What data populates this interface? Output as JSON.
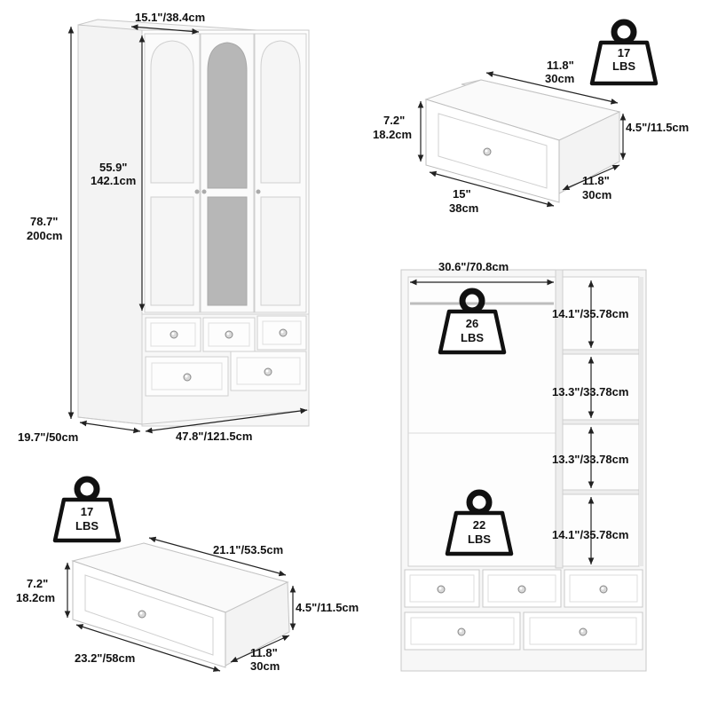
{
  "colors": {
    "furniture_fill": "#ffffff",
    "furniture_panel": "#f4f4f4",
    "furniture_shade": "#e6e6e6",
    "furniture_edge": "#bdbdbd",
    "mirror": "#b9b9b9",
    "dim_line": "#222222",
    "weight_icon": "#111111"
  },
  "wardrobe": {
    "depth_top": "15.1\"/38.4cm",
    "door_height_in": "55.9\"",
    "door_height_cm": "142.1cm",
    "total_height_in": "78.7\"",
    "total_height_cm": "200cm",
    "depth_bottom": "19.7\"/50cm",
    "width": "47.8\"/121.5cm"
  },
  "small_drawer": {
    "weight_value": "17",
    "weight_unit": "LBS",
    "depth_in": "11.8\"",
    "depth_cm": "30cm",
    "front_height_in": "7.2\"",
    "front_height_cm": "18.2cm",
    "side_height": "4.5\"/11.5cm",
    "side_depth_in": "11.8\"",
    "side_depth_cm": "30cm",
    "width_in": "15\"",
    "width_cm": "38cm"
  },
  "large_drawer": {
    "weight_value": "17",
    "weight_unit": "LBS",
    "width_top": "21.1\"/53.5cm",
    "front_height_in": "7.2\"",
    "front_height_cm": "18.2cm",
    "side_height": "4.5\"/11.5cm",
    "side_depth_in": "11.8\"",
    "side_depth_cm": "30cm",
    "width_bottom": "23.2\"/58cm"
  },
  "interior": {
    "hanging_width": "30.6\"/70.8cm",
    "rod_weight_value": "26",
    "rod_weight_unit": "LBS",
    "bottom_weight_value": "22",
    "bottom_weight_unit": "LBS",
    "shelf_1": "14.1\"/35.78cm",
    "shelf_2": "13.3\"/33.78cm",
    "shelf_3": "13.3\"/33.78cm",
    "shelf_4": "14.1\"/35.78cm"
  }
}
